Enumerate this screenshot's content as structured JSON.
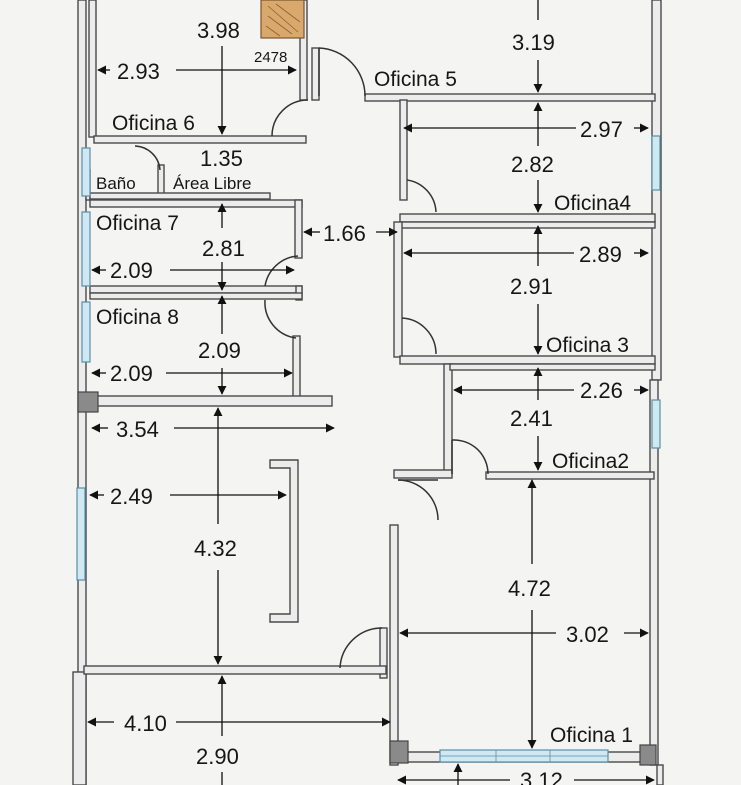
{
  "rooms": {
    "oficina_1": "Oficina 1",
    "oficina_2": "Oficina2",
    "oficina_3": "Oficina 3",
    "oficina_4": "Oficina4",
    "oficina_5": "Oficina 5",
    "oficina_6": "Oficina 6",
    "oficina_7": "Oficina 7",
    "oficina_8": "Oficina 8",
    "bano": "Baño",
    "area_libre": "Área Libre",
    "stair_code": "2478"
  },
  "dimensions": {
    "d_398": "3.98",
    "d_293": "2.93",
    "d_319": "3.19",
    "d_297": "2.97",
    "d_282": "2.82",
    "d_135": "1.35",
    "d_166": "1.66",
    "d_281": "2.81",
    "d_209_a": "2.09",
    "d_289": "2.89",
    "d_291": "2.91",
    "d_209_b": "2.09",
    "d_209_c": "2.09",
    "d_226": "2.26",
    "d_241": "2.41",
    "d_354": "3.54",
    "d_249": "2.49",
    "d_432": "4.32",
    "d_472": "4.72",
    "d_302": "3.02",
    "d_410": "4.10",
    "d_290": "2.90",
    "d_312": "3.12"
  }
}
